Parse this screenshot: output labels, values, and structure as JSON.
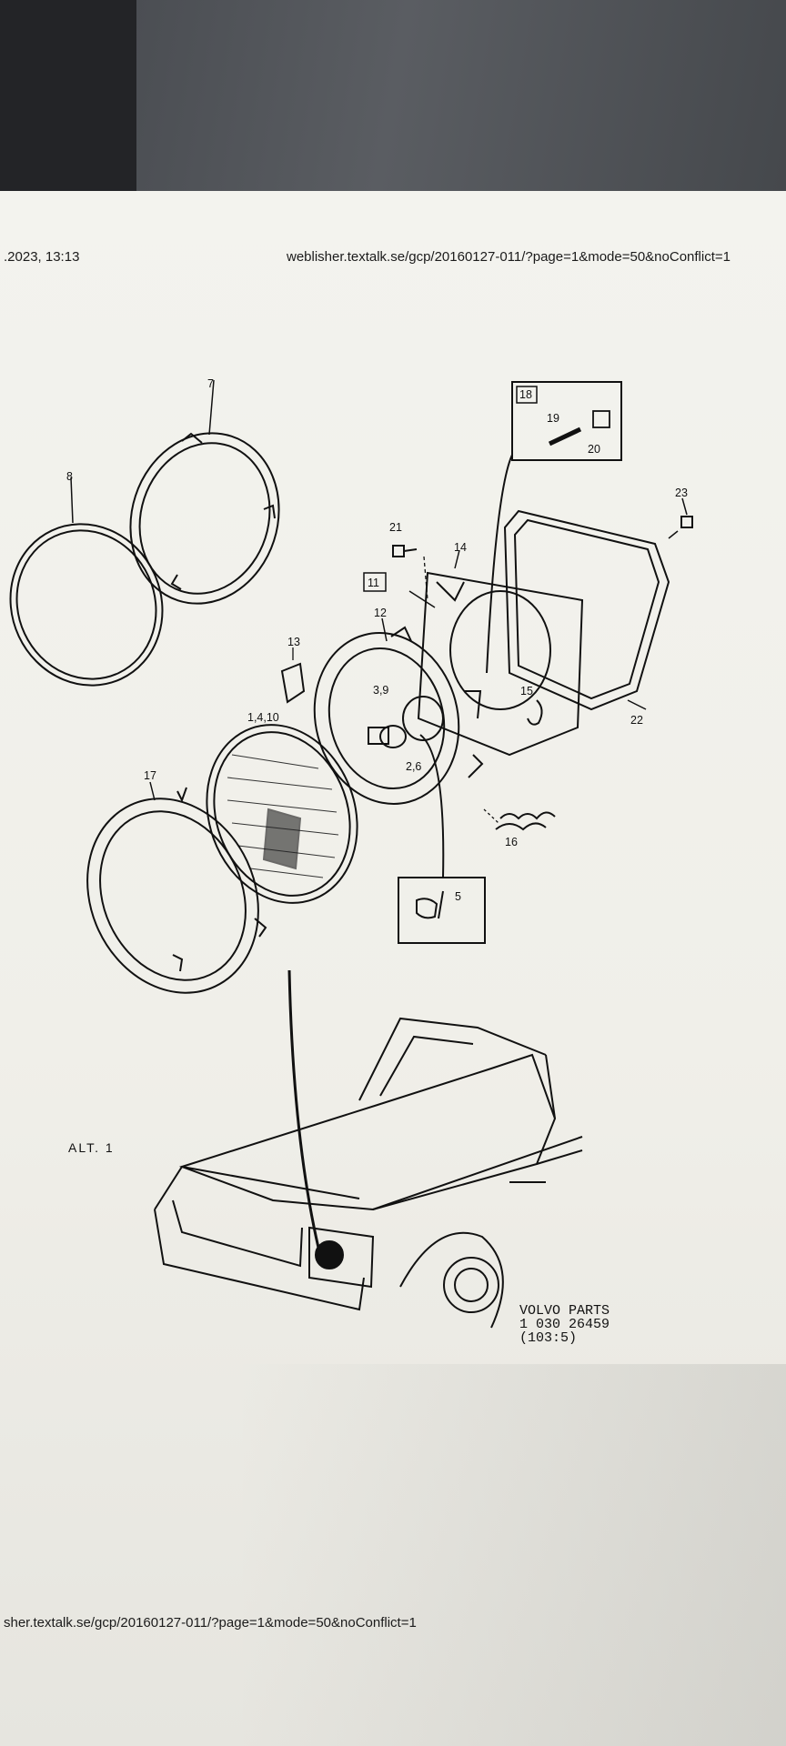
{
  "header": {
    "datetime": ".2023, 13:13",
    "url": "weblisher.textalk.se/gcp/20160127-011/?page=1&mode=50&noConflict=1"
  },
  "footer": {
    "url": "sher.textalk.se/gcp/20160127-011/?page=1&mode=50&noConflict=1"
  },
  "diagram": {
    "labels": {
      "n7": "7",
      "n8": "8",
      "n18": "18",
      "n19": "19",
      "n20": "20",
      "n23": "23",
      "n21": "21",
      "n14": "14",
      "n11": "11",
      "n12": "12",
      "n13": "13",
      "n39": "3,9",
      "n15": "15",
      "n22": "22",
      "n1410": "1,4,10",
      "n26": "2,6",
      "n17": "17",
      "n16": "16",
      "n5": "5"
    },
    "alt": "ALT. 1",
    "caption": [
      "VOLVO PARTS",
      "1 030 26459",
      "(103:5)"
    ]
  }
}
